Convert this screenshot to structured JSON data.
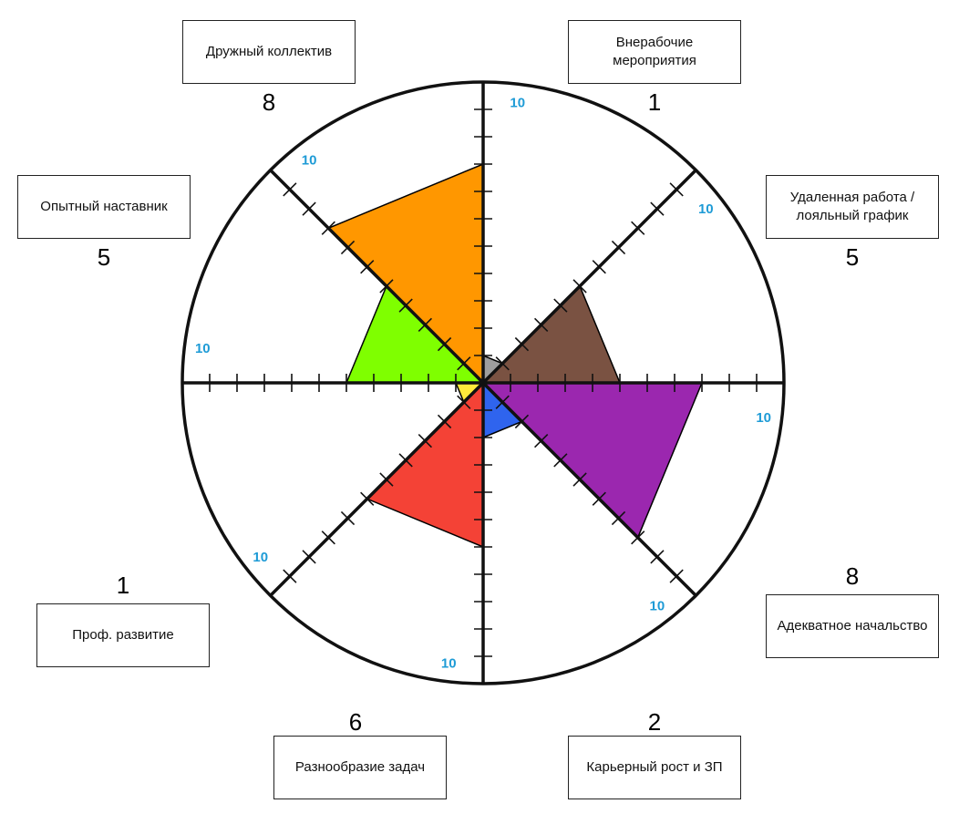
{
  "chart_data": {
    "type": "radial-wheel",
    "scale_max": 10,
    "max_label": "10",
    "segments": [
      {
        "label": "Внерабочие мероприятия",
        "value": 1,
        "color": "#9e9e9e"
      },
      {
        "label": "Удаленная работа / лояльный график",
        "value": 5,
        "color": "#7a5242"
      },
      {
        "label": "Адекватное начальство",
        "value": 8,
        "color": "#9b27af"
      },
      {
        "label": "Карьерный рост и ЗП",
        "value": 2,
        "color": "#2f64ee"
      },
      {
        "label": "Разнообразие задач",
        "value": 6,
        "color": "#f44236"
      },
      {
        "label": "Проф. развитие",
        "value": 1,
        "color": "#ffeb3b"
      },
      {
        "label": "Опытный наставник",
        "value": 5,
        "color": "#7fff00"
      },
      {
        "label": "Дружный коллектив",
        "value": 8,
        "color": "#ff9700"
      }
    ]
  }
}
